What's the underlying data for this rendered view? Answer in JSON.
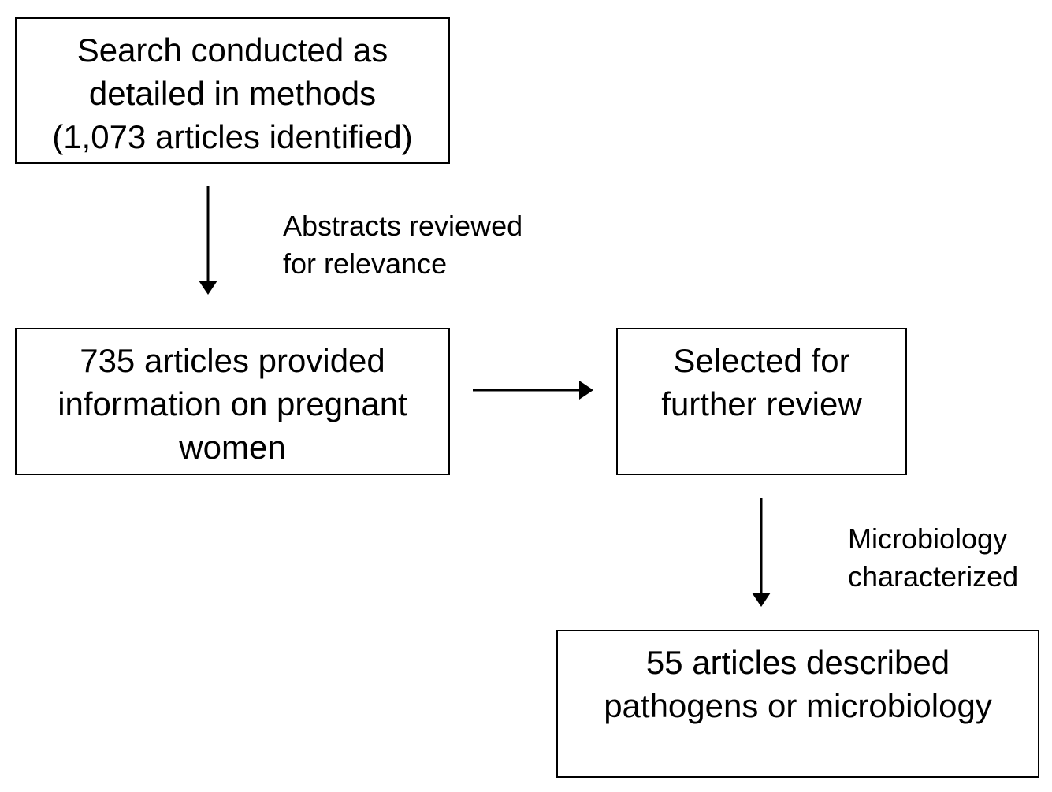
{
  "boxes": {
    "search": {
      "lines": [
        "Search conducted as",
        "detailed in methods",
        "(1,073 articles identified)"
      ]
    },
    "pregnant": {
      "lines": [
        "735 articles provided",
        "information on pregnant",
        "women"
      ]
    },
    "selected": {
      "lines": [
        "Selected for",
        "further review"
      ]
    },
    "pathogens": {
      "lines": [
        "55 articles described",
        "pathogens or microbiology"
      ]
    }
  },
  "notes": {
    "abstracts": {
      "lines": [
        "Abstracts reviewed",
        "for relevance"
      ]
    },
    "microbiology": {
      "lines": [
        "Microbiology",
        "characterized"
      ]
    }
  }
}
